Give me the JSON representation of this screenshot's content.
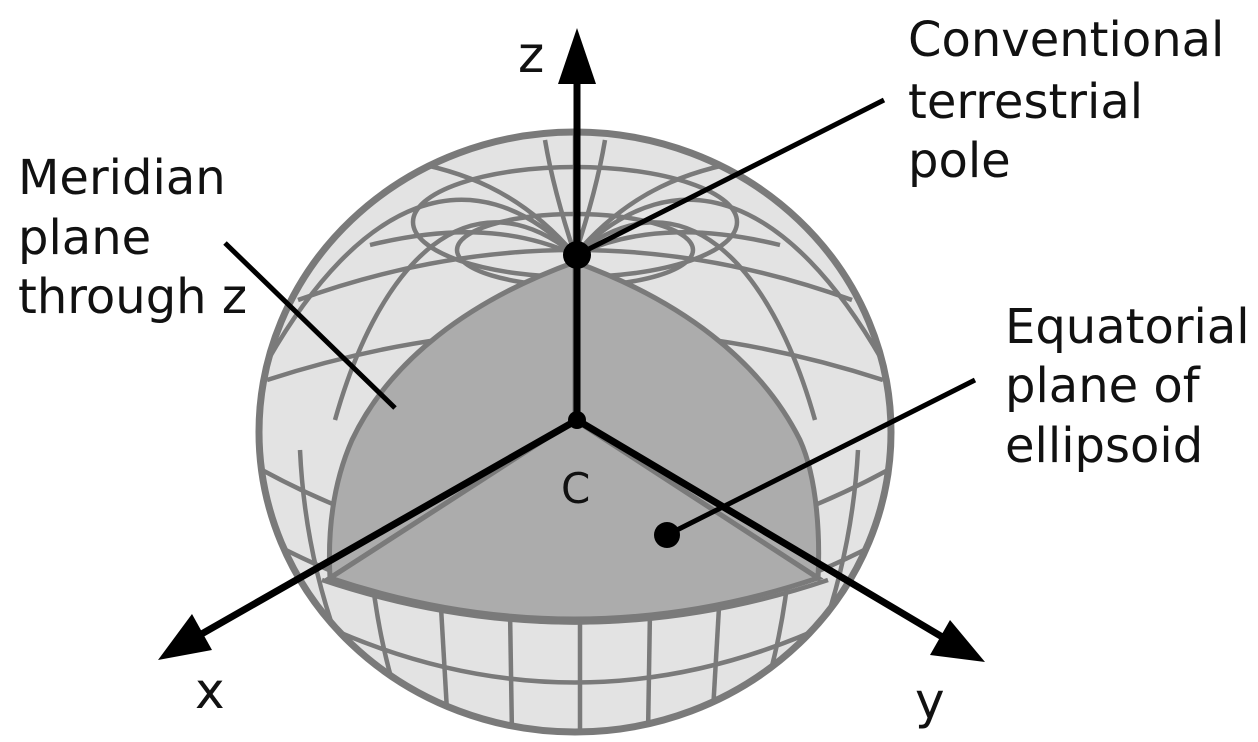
{
  "labels": {
    "pole": [
      "Conventional",
      "terrestrial",
      "pole"
    ],
    "meridian": [
      "Meridian",
      "plane",
      "through z"
    ],
    "equatorial": [
      "Equatorial",
      "plane of",
      "ellipsoid"
    ],
    "center": "C"
  },
  "axes": {
    "x": "x",
    "y": "y",
    "z": "z"
  },
  "colors": {
    "sphere_fill": "#e3e3e3",
    "cutaway_fill": "#acacac",
    "grid_line": "#7a7a7a",
    "ink": "#000000",
    "background": "#ffffff"
  }
}
